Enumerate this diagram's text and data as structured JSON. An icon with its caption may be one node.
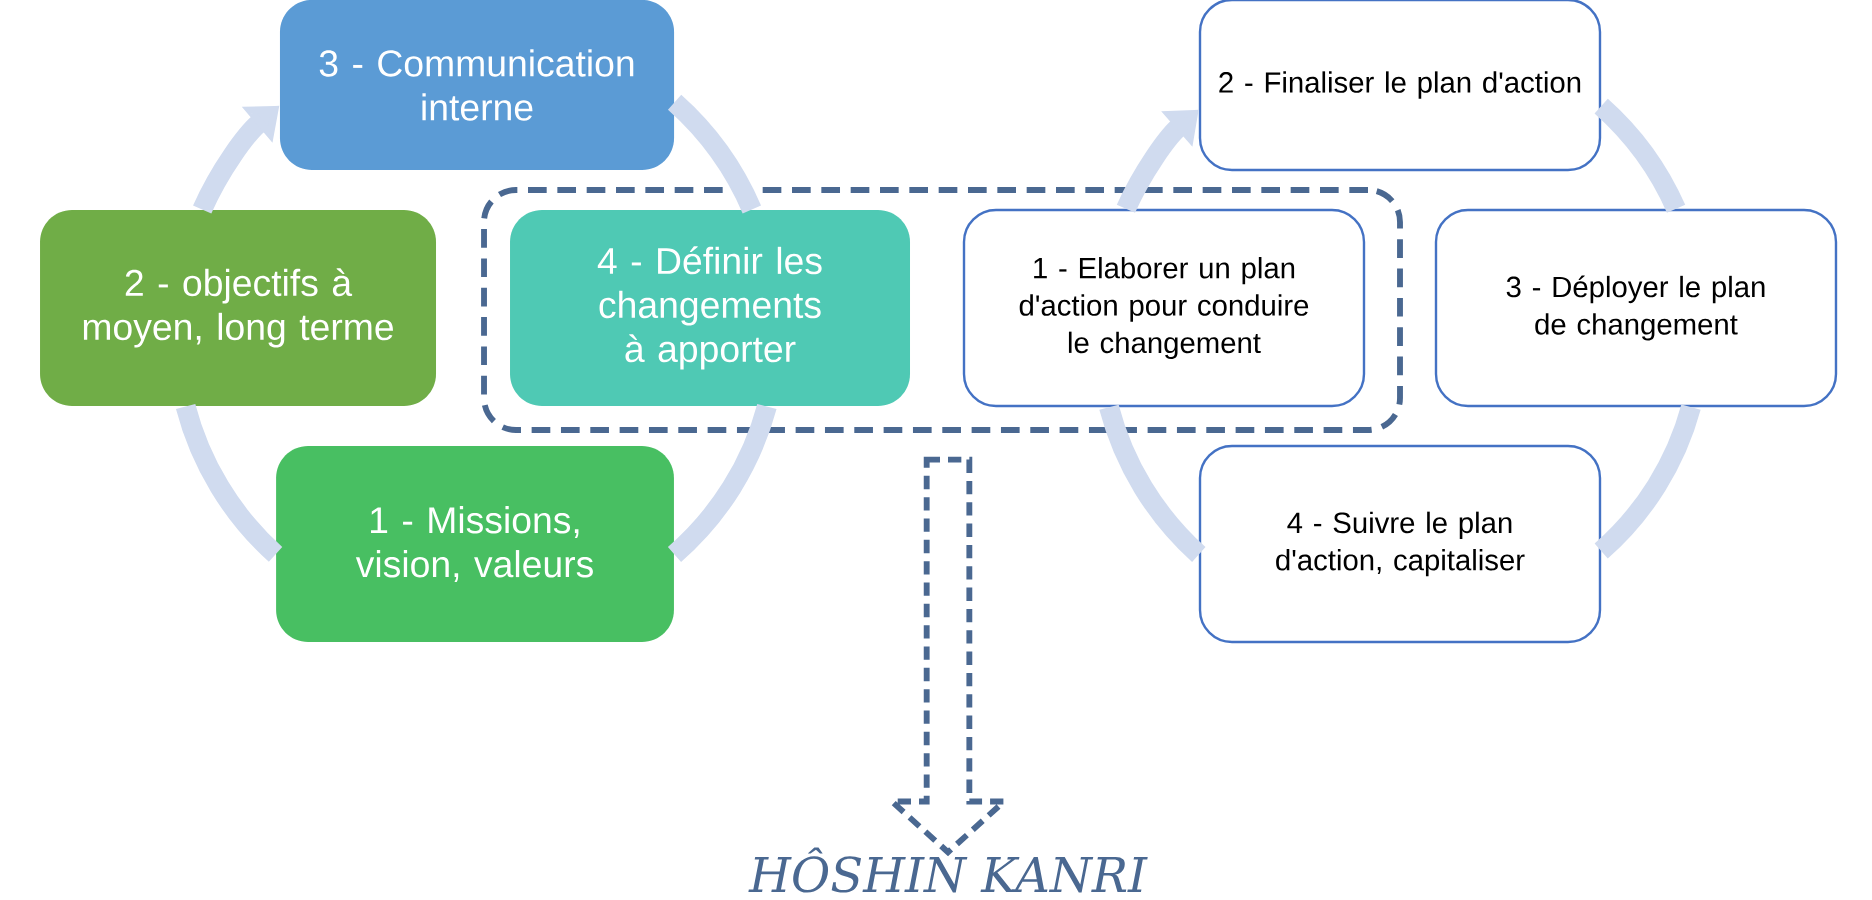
{
  "diagram": {
    "nodes": [
      {
        "text": [
          "3 - Communication interne"
        ]
      },
      {
        "text": [
          "2 - Finaliser le plan d'action"
        ]
      },
      {
        "text": [
          "2 - objectifs à moyen, long terme"
        ]
      },
      {
        "text": [],
        "shape": "box"
      },
      {
        "text": [
          "4 - Définir les changements à apporter"
        ],
        "in": 3
      },
      {
        "text": [
          "1 - Elaborer un plan d'action pour conduire le changement"
        ],
        "in": 3
      },
      {
        "text": [
          "3 - Déployer le plan de changement"
        ]
      },
      {
        "text": [
          "1 - Missions, vision, valeurs"
        ]
      },
      {
        "text": [
          "4 - Suivre le plan d'action, capitaliser"
        ]
      },
      {
        "text": [
          "HÔSHIN KANRI"
        ]
      }
    ],
    "edges": [
      {
        "from": 2,
        "to": 0,
        "arrow": "to"
      },
      {
        "from": 0,
        "to": 4,
        "arrow": "none"
      },
      {
        "from": 4,
        "to": 7,
        "arrow": "none"
      },
      {
        "from": 7,
        "to": 2,
        "arrow": "none"
      },
      {
        "from": 5,
        "to": 1,
        "arrow": "to"
      },
      {
        "from": 1,
        "to": 6,
        "arrow": "none"
      },
      {
        "from": 6,
        "to": 8,
        "arrow": "none"
      },
      {
        "from": 8,
        "to": 5,
        "arrow": "none"
      },
      {
        "from": 3,
        "to": 9,
        "arrow": "to",
        "style": "dashed",
        "color": "#4a6891"
      }
    ]
  }
}
